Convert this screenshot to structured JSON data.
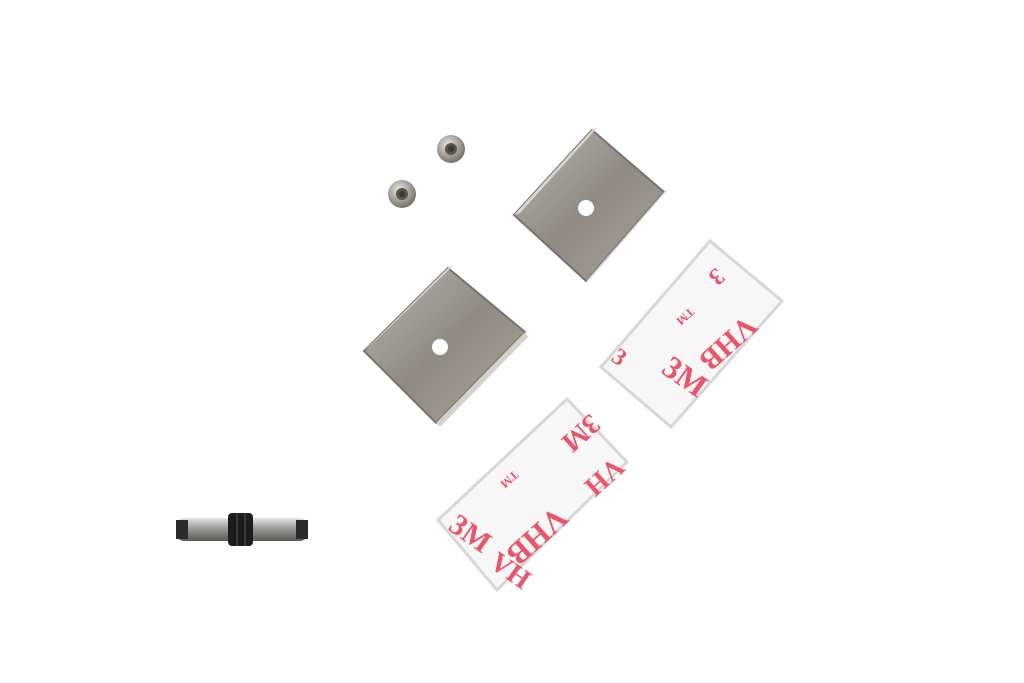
{
  "scene": {
    "background": "#ffffff",
    "colors": {
      "steel_light": "#c9c7c3",
      "steel_mid": "#a6a29d",
      "steel_dark": "#6f6b66",
      "tape_white": "#f7f7f7",
      "tape_edge": "#d8d8d8",
      "print_red": "#e8566c",
      "connector_dark": "#1d1d1d"
    },
    "objects": [
      {
        "name": "screw",
        "count": 2
      },
      {
        "name": "mounting-clip",
        "count": 2
      },
      {
        "name": "adhesive-pad",
        "count": 2
      },
      {
        "name": "dc-connector",
        "count": 1
      }
    ]
  },
  "tape_top": {
    "brand_a": "3",
    "brand_b": "3M",
    "brand_c": "3",
    "mark_b": "VHB",
    "tm": "TM"
  },
  "tape_bottom": {
    "brand_a": "3M",
    "brand_b": "3M",
    "mark_a": "VH",
    "mark_b": "VHB",
    "mark_c": "VH",
    "tm": "TM"
  }
}
